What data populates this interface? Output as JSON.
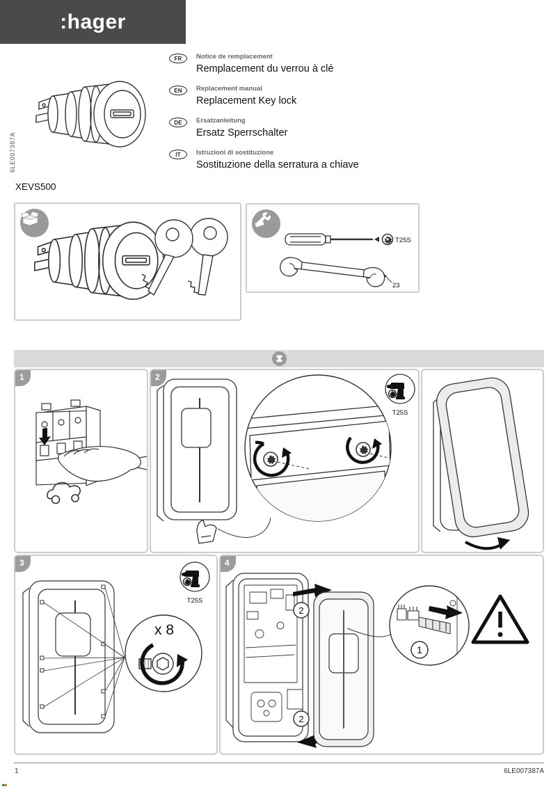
{
  "colors": {
    "logo_bg": "#4a4a4a",
    "step_badge": "#9c9c9c",
    "divider_bar": "#d9d9d9",
    "panel_border": "#cccccc",
    "icon_circle": "#9a9a9a"
  },
  "header": {
    "logo_text": ":hager",
    "doc_ref_vertical": "6LE007387A"
  },
  "languages": [
    {
      "code": "FR",
      "subtitle": "Notice de remplacement",
      "title": "Remplacement du verrou à clé"
    },
    {
      "code": "EN",
      "subtitle": "Replacement manual",
      "title": "Replacement Key lock"
    },
    {
      "code": "DE",
      "subtitle": "Ersatzanleitung",
      "title": "Ersatz Sperrschalter"
    },
    {
      "code": "IT",
      "subtitle": "Istruzioni di sostituzione",
      "title": "Sostituzione della serratura a chiave"
    }
  ],
  "product_code": "XEVS500",
  "package_box": {
    "icon": "open-package-icon"
  },
  "tools_box": {
    "icon": "tools-icon",
    "screwdriver_bit_label": "T25S",
    "wrench_size_label": "23"
  },
  "divider": {
    "icon": "power-off-icon"
  },
  "steps": {
    "step1": {
      "number": "1"
    },
    "step2": {
      "number": "2",
      "tool_label": "T25S"
    },
    "step3": {
      "number": "3",
      "tool_label": "T25S",
      "repeat_label": "x 8"
    },
    "step4": {
      "number": "4",
      "callout_disconnect": "1",
      "callout_cover_top": "2",
      "callout_cover_bottom": "2"
    }
  },
  "footer": {
    "page_number": "1",
    "doc_ref": "6LE007387A"
  }
}
